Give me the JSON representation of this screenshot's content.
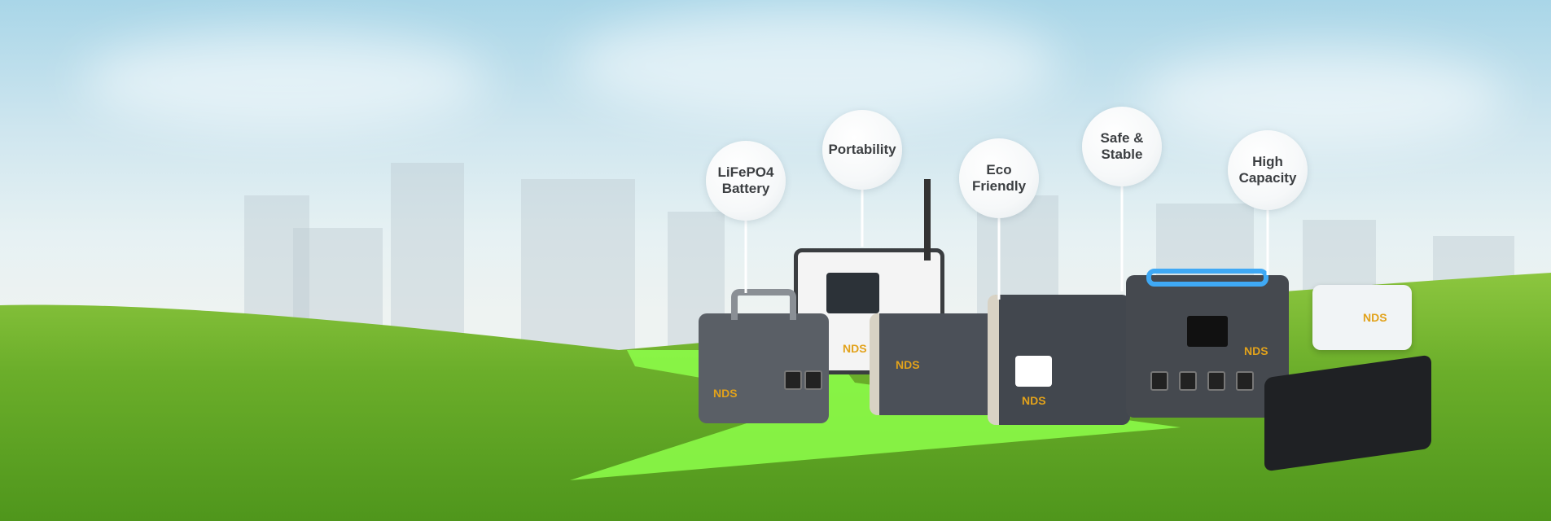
{
  "features": [
    {
      "label_line1": "LiFePO4",
      "label_line2": "Battery"
    },
    {
      "label_line1": "Portability",
      "label_line2": ""
    },
    {
      "label_line1": "Eco",
      "label_line2": "Friendly"
    },
    {
      "label_line1": "Safe &",
      "label_line2": "Stable"
    },
    {
      "label_line1": "High",
      "label_line2": "Capacity"
    }
  ],
  "brand": "NDS",
  "colors": {
    "grass": "#6fb52c",
    "glow": "#7dff3a",
    "bubble_text": "#3c3f42"
  }
}
